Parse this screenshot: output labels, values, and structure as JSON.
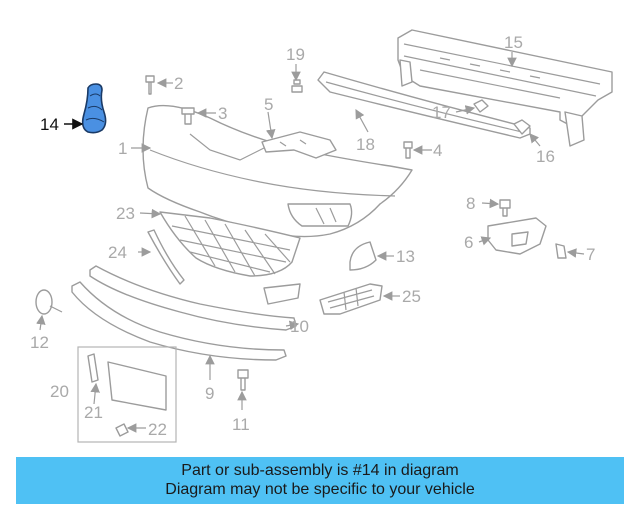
{
  "labels": {
    "p1": "1",
    "p2": "2",
    "p3": "3",
    "p4": "4",
    "p5": "5",
    "p6": "6",
    "p7": "7",
    "p8": "8",
    "p9": "9",
    "p10": "10",
    "p11": "11",
    "p12": "12",
    "p13": "13",
    "p14": "14",
    "p15": "15",
    "p16": "16",
    "p17": "17",
    "p18": "18",
    "p19": "19",
    "p20": "20",
    "p21": "21",
    "p22": "22",
    "p23": "23",
    "p24": "24",
    "p25": "25"
  },
  "highlight_color": "#4a90e2",
  "caption": {
    "line1": "Part or sub-assembly is #14 in diagram",
    "line2": "Diagram may not be specific to your vehicle",
    "background": "#4fc1f4"
  }
}
